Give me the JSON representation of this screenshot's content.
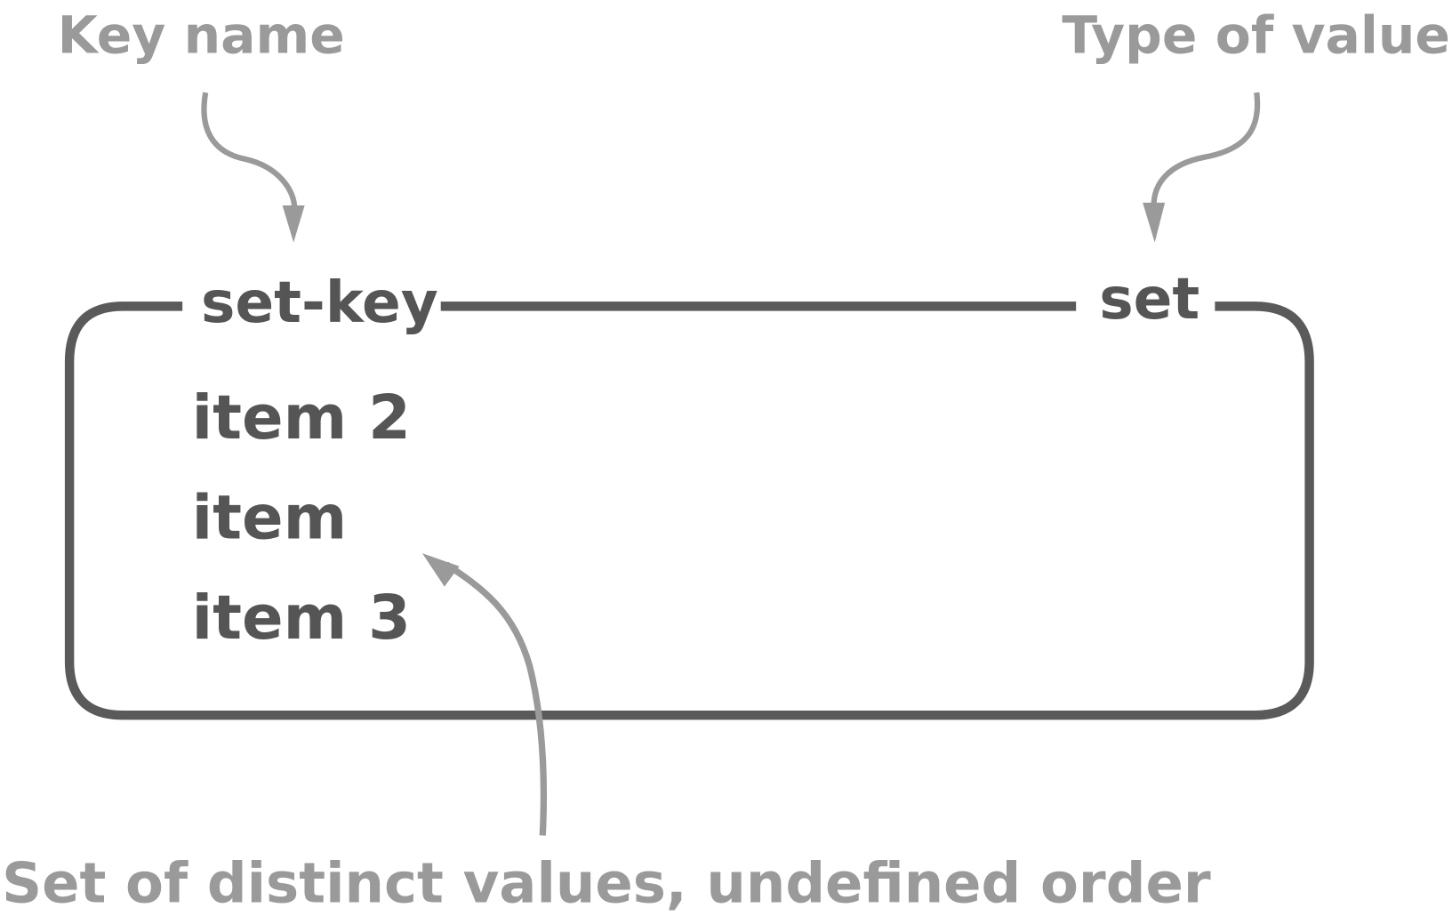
{
  "annotations": {
    "key_name": "Key name",
    "type_of_value": "Type of value",
    "set_description": "Set of distinct values, undefined order"
  },
  "record": {
    "key": "set-key",
    "type": "set",
    "items": [
      "item 2",
      "item",
      "item 3"
    ]
  },
  "colors": {
    "box": "#5a5a5a",
    "annotation": "#9a9a9a"
  }
}
